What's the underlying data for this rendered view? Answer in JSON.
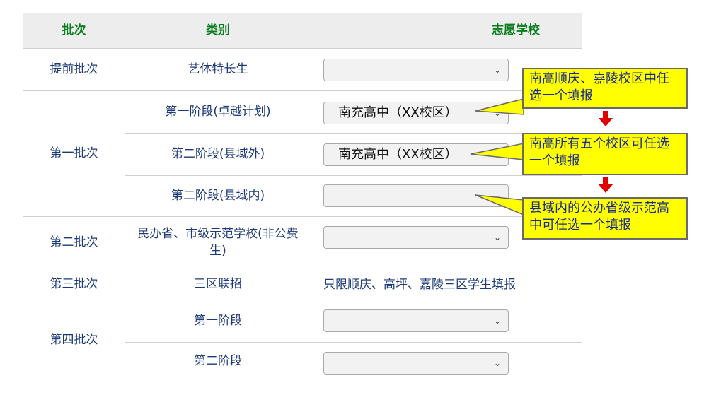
{
  "header": {
    "col_batch": "批次",
    "col_category": "类别",
    "col_school": "志愿学校"
  },
  "rows": {
    "advance": {
      "batch": "提前批次",
      "category": "艺体特长生",
      "select": ""
    },
    "first": {
      "batch": "第一批次",
      "stage1": {
        "category": "第一阶段(卓越计划)",
        "select": "南充高中（XX校区）"
      },
      "stage2_out": {
        "category": "第二阶段(县域外)",
        "select": "南充高中（XX校区）"
      },
      "stage2_in": {
        "category": "第二阶段(县域内)",
        "select": ""
      }
    },
    "second": {
      "batch": "第二批次",
      "category": "民办省、市级示范学校(非公费生)",
      "select": ""
    },
    "third": {
      "batch": "第三批次",
      "category": "三区联招",
      "note": "只限顺庆、高坪、嘉陵三区学生填报"
    },
    "fourth": {
      "batch": "第四批次",
      "stage1": {
        "category": "第一阶段",
        "select": ""
      },
      "stage2": {
        "category": "第二阶段",
        "select": ""
      }
    }
  },
  "callouts": {
    "c1": "南高顺庆、嘉陵校区中任选一个填报",
    "c2": "南高所有五个校区可任选一个填报",
    "c3": "县域内的公办省级示范高中可任选一个填报"
  },
  "colors": {
    "header_text": "#0a7d1e",
    "body_text": "#1d3a78",
    "callout_bg": "#ffff00",
    "arrow": "#e00000"
  },
  "icons": {
    "select_chevron": "chevron-down-icon",
    "down_arrow": "red-down-arrow-icon"
  }
}
